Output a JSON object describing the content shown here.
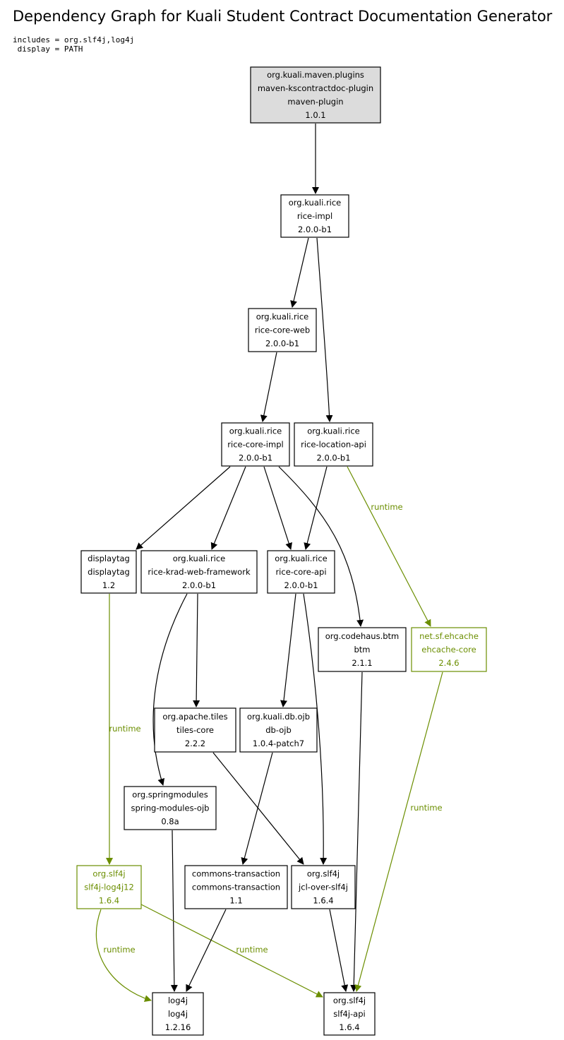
{
  "title": "Dependency Graph for Kuali Student Contract Documentation Generator",
  "params": {
    "includes": "includes = org.slf4j,log4j",
    "display": " display = PATH"
  },
  "colors": {
    "default": "#000000",
    "optional": "#6b8e00",
    "root_fill": "#dcdcdc"
  },
  "nodes": [
    {
      "id": "root",
      "group": "org.kuali.maven.plugins",
      "artifact": "maven-kscontractdoc-plugin",
      "packaging": "maven-plugin",
      "version": "1.0.1",
      "root": true
    },
    {
      "id": "rice-impl",
      "group": "org.kuali.rice",
      "artifact": "rice-impl",
      "version": "2.0.0-b1"
    },
    {
      "id": "rice-core-web",
      "group": "org.kuali.rice",
      "artifact": "rice-core-web",
      "version": "2.0.0-b1"
    },
    {
      "id": "rice-core-impl",
      "group": "org.kuali.rice",
      "artifact": "rice-core-impl",
      "version": "2.0.0-b1"
    },
    {
      "id": "rice-location-api",
      "group": "org.kuali.rice",
      "artifact": "rice-location-api",
      "version": "2.0.0-b1"
    },
    {
      "id": "displaytag",
      "group": "displaytag",
      "artifact": "displaytag",
      "version": "1.2"
    },
    {
      "id": "rice-krad",
      "group": "org.kuali.rice",
      "artifact": "rice-krad-web-framework",
      "version": "2.0.0-b1"
    },
    {
      "id": "rice-core-api",
      "group": "org.kuali.rice",
      "artifact": "rice-core-api",
      "version": "2.0.0-b1"
    },
    {
      "id": "btm",
      "group": "org.codehaus.btm",
      "artifact": "btm",
      "version": "2.1.1"
    },
    {
      "id": "ehcache",
      "group": "net.sf.ehcache",
      "artifact": "ehcache-core",
      "version": "2.4.6",
      "optional": true
    },
    {
      "id": "tiles",
      "group": "org.apache.tiles",
      "artifact": "tiles-core",
      "version": "2.2.2"
    },
    {
      "id": "db-ojb",
      "group": "org.kuali.db.ojb",
      "artifact": "db-ojb",
      "version": "1.0.4-patch7"
    },
    {
      "id": "spring-ojb",
      "group": "org.springmodules",
      "artifact": "spring-modules-ojb",
      "version": "0.8a"
    },
    {
      "id": "slf4j-log4j12",
      "group": "org.slf4j",
      "artifact": "slf4j-log4j12",
      "version": "1.6.4",
      "optional": true
    },
    {
      "id": "commons-tx",
      "group": "commons-transaction",
      "artifact": "commons-transaction",
      "version": "1.1"
    },
    {
      "id": "jcl-over-slf4j",
      "group": "org.slf4j",
      "artifact": "jcl-over-slf4j",
      "version": "1.6.4"
    },
    {
      "id": "log4j",
      "group": "log4j",
      "artifact": "log4j",
      "version": "1.2.16"
    },
    {
      "id": "slf4j-api",
      "group": "org.slf4j",
      "artifact": "slf4j-api",
      "version": "1.6.4"
    }
  ],
  "edges": [
    {
      "from": "root",
      "to": "rice-impl"
    },
    {
      "from": "rice-impl",
      "to": "rice-core-web"
    },
    {
      "from": "rice-impl",
      "to": "rice-location-api"
    },
    {
      "from": "rice-core-web",
      "to": "rice-core-impl"
    },
    {
      "from": "rice-core-impl",
      "to": "displaytag"
    },
    {
      "from": "rice-core-impl",
      "to": "rice-krad"
    },
    {
      "from": "rice-core-impl",
      "to": "rice-core-api"
    },
    {
      "from": "rice-core-impl",
      "to": "btm"
    },
    {
      "from": "rice-location-api",
      "to": "rice-core-api"
    },
    {
      "from": "rice-location-api",
      "to": "ehcache",
      "label": "runtime",
      "optional": true
    },
    {
      "from": "displaytag",
      "to": "slf4j-log4j12",
      "label": "runtime",
      "optional": true
    },
    {
      "from": "rice-krad",
      "to": "tiles"
    },
    {
      "from": "rice-krad",
      "to": "spring-ojb"
    },
    {
      "from": "rice-core-api",
      "to": "db-ojb"
    },
    {
      "from": "rice-core-api",
      "to": "jcl-over-slf4j"
    },
    {
      "from": "btm",
      "to": "slf4j-api"
    },
    {
      "from": "ehcache",
      "to": "slf4j-api",
      "label": "runtime",
      "optional": true
    },
    {
      "from": "tiles",
      "to": "jcl-over-slf4j"
    },
    {
      "from": "db-ojb",
      "to": "commons-tx"
    },
    {
      "from": "spring-ojb",
      "to": "log4j"
    },
    {
      "from": "slf4j-log4j12",
      "to": "log4j",
      "label": "runtime",
      "optional": true
    },
    {
      "from": "slf4j-log4j12",
      "to": "slf4j-api",
      "label": "runtime",
      "optional": true
    },
    {
      "from": "commons-tx",
      "to": "log4j"
    },
    {
      "from": "jcl-over-slf4j",
      "to": "slf4j-api"
    }
  ]
}
